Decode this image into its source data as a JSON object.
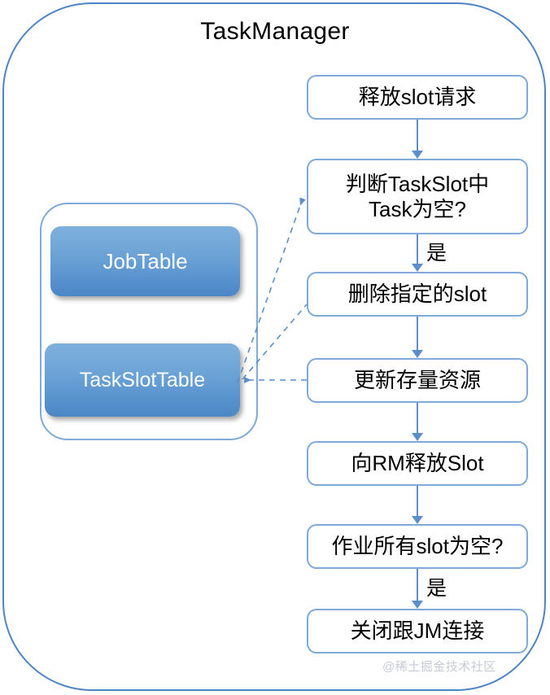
{
  "diagram": {
    "title": "TaskManager",
    "watermark": "@稀土掘金技术社区",
    "colors": {
      "container_border": "#4E84C4",
      "box_border": "#7EA9D8",
      "blue_fill_top": "#7FB0DC",
      "blue_fill_bottom": "#4B86C6",
      "arrow": "#5B8FCB",
      "dashed_link": "#5B8FCB",
      "watermark": "#C6CCD4",
      "text": "#000000",
      "blue_box_text": "#FFFFFF"
    }
  },
  "store_panel": {
    "boxes": [
      {
        "label": "JobTable"
      },
      {
        "label": "TaskSlotTable"
      }
    ]
  },
  "flow": {
    "steps": [
      {
        "label": "释放slot请求"
      },
      {
        "label": "判断TaskSlot中\nTask为空?"
      },
      {
        "label": "删除指定的slot"
      },
      {
        "label": "更新存量资源"
      },
      {
        "label": "向RM释放Slot"
      },
      {
        "label": "作业所有slot为空?"
      },
      {
        "label": "关闭跟JM连接"
      }
    ],
    "edge_labels": [
      {
        "label": "是"
      },
      {
        "label": "是"
      }
    ]
  }
}
